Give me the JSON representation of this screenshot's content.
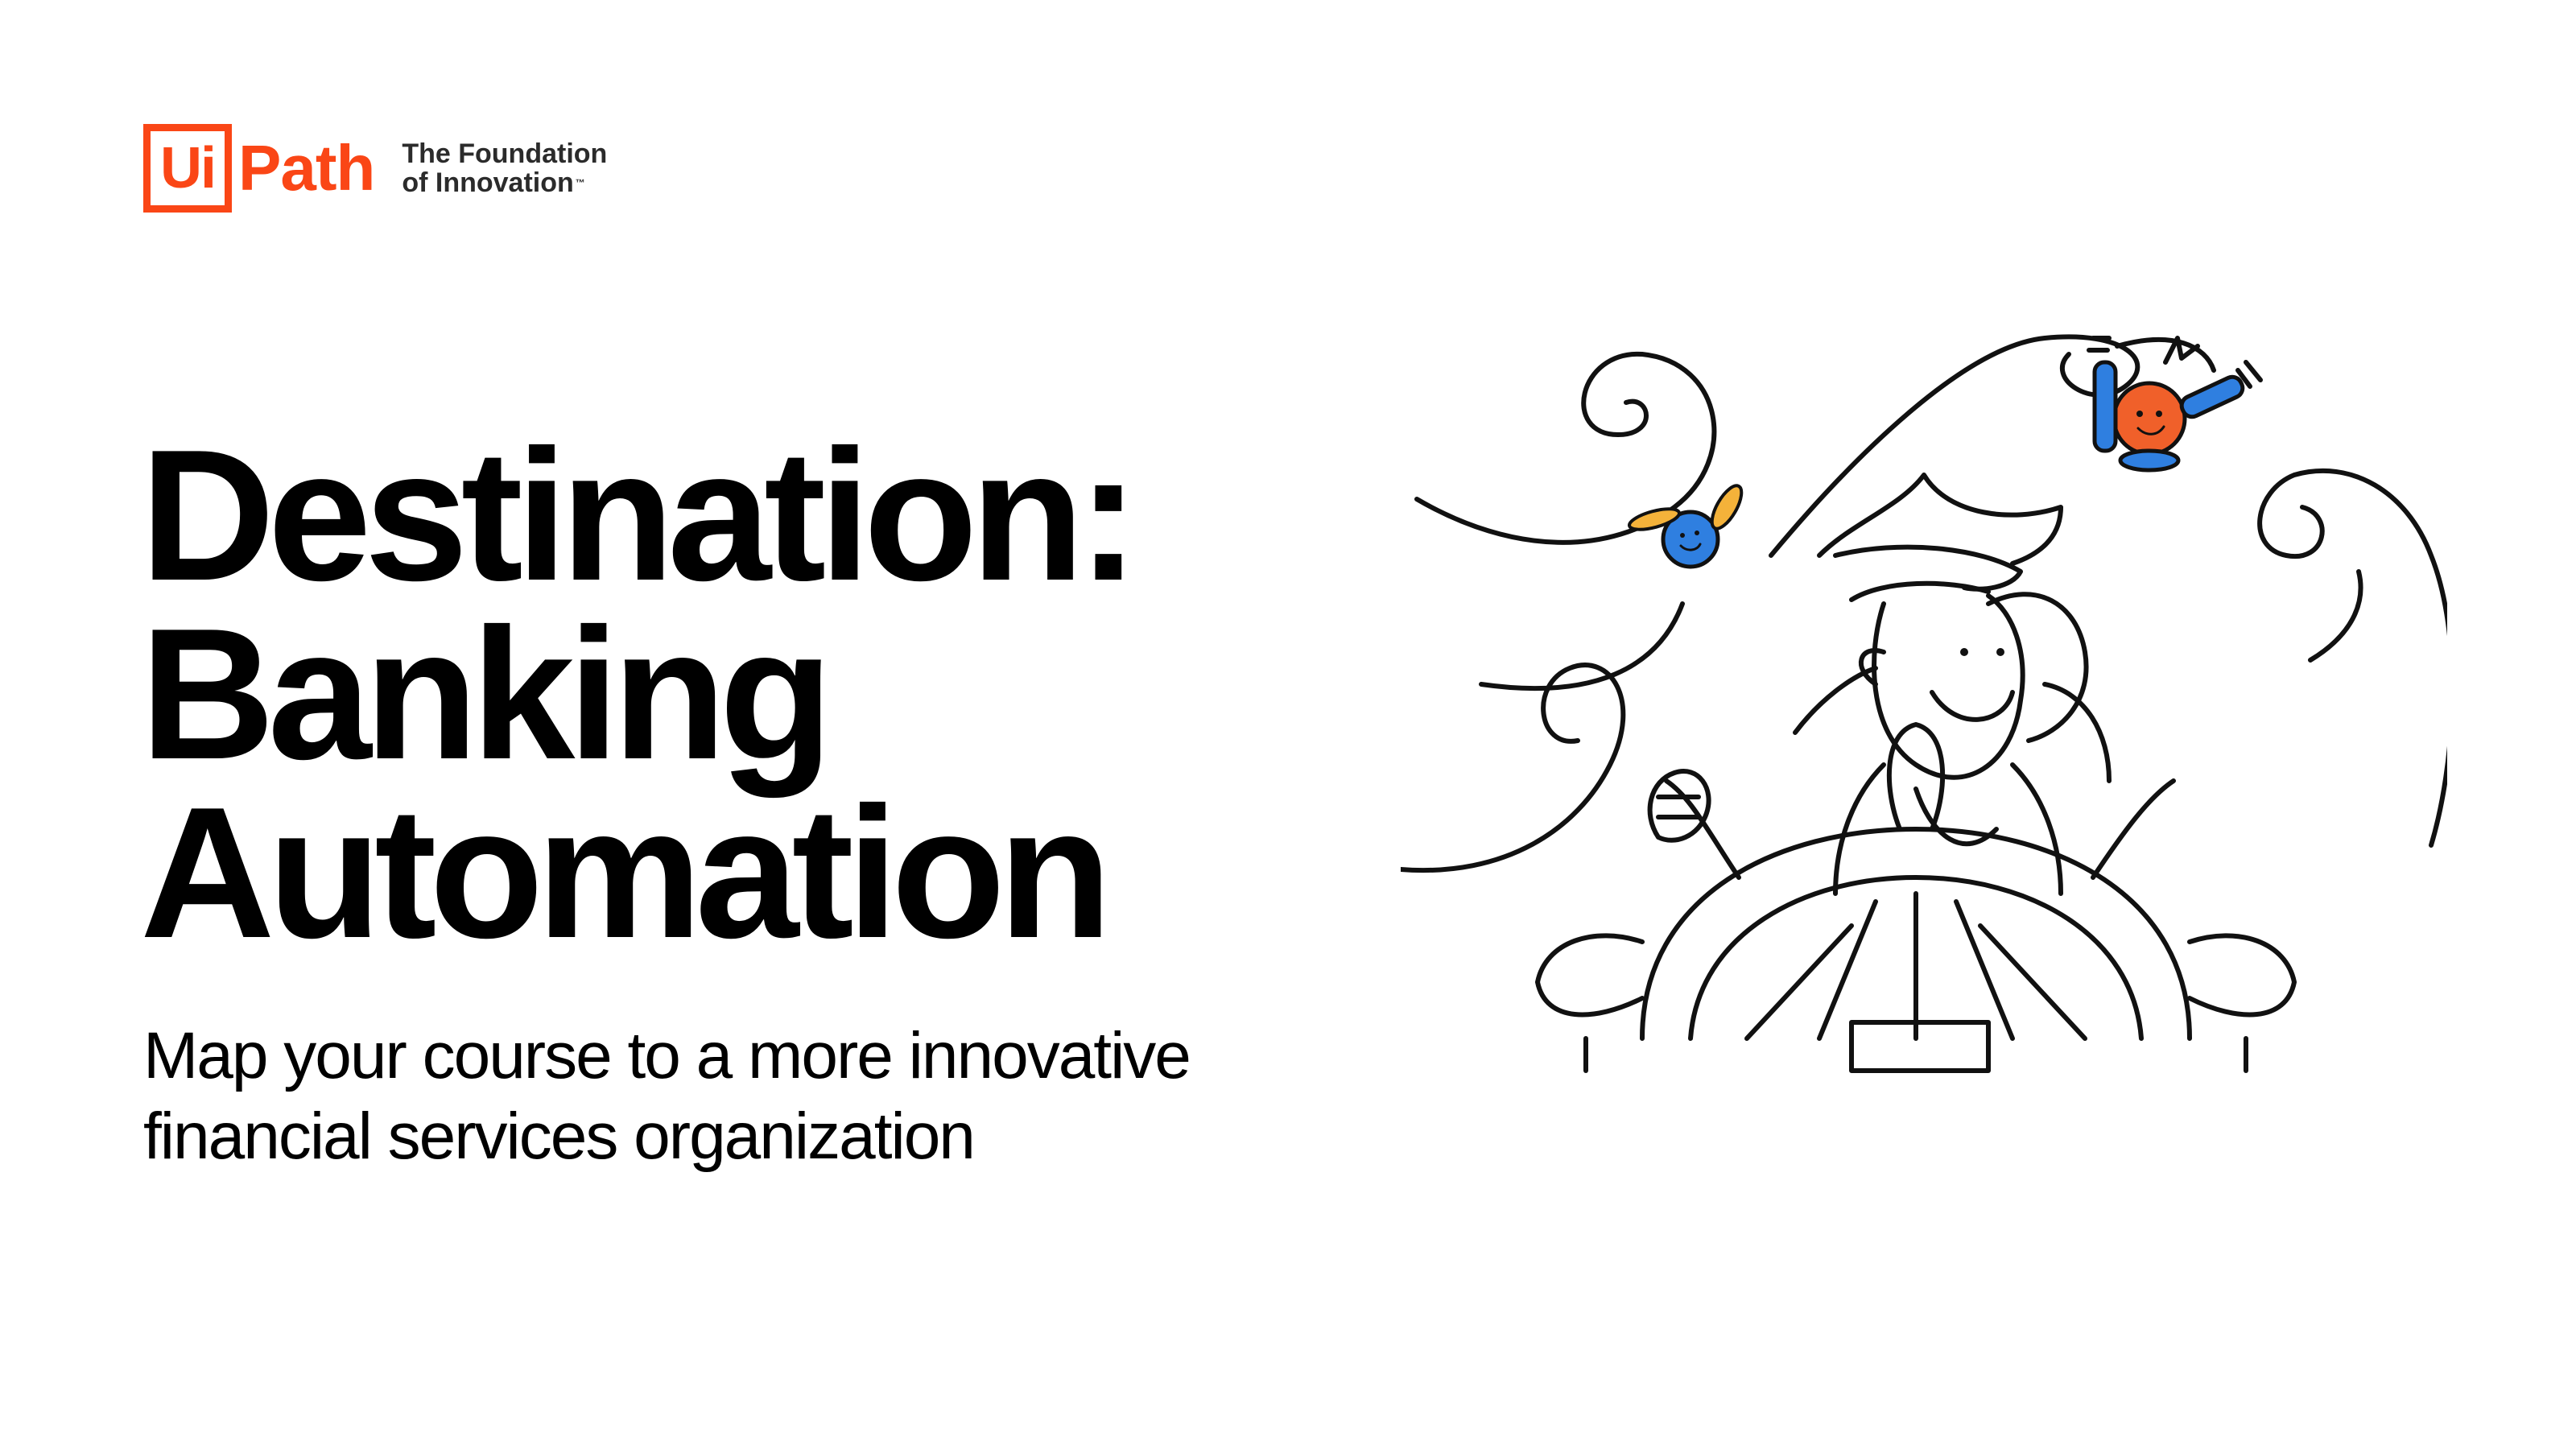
{
  "logo": {
    "mark": "Ui",
    "wordmark": "Path",
    "tagline_line1": "The Foundation",
    "tagline_line2": "of Innovation",
    "trademark": "™"
  },
  "title": {
    "line1": "Destination:",
    "line2": "Banking",
    "line3": "Automation"
  },
  "subtitle": {
    "line1": "Map your course to a more innovative",
    "line2": "financial services organization"
  },
  "colors": {
    "brand": "#fa4616",
    "text": "#000000",
    "background": "#ffffff",
    "robot_blue": "#2f7fe0",
    "robot_orange": "#f0602a",
    "propeller_yellow": "#f4b23a"
  },
  "illustration": {
    "subject": "captain-at-ships-wheel-icon"
  }
}
